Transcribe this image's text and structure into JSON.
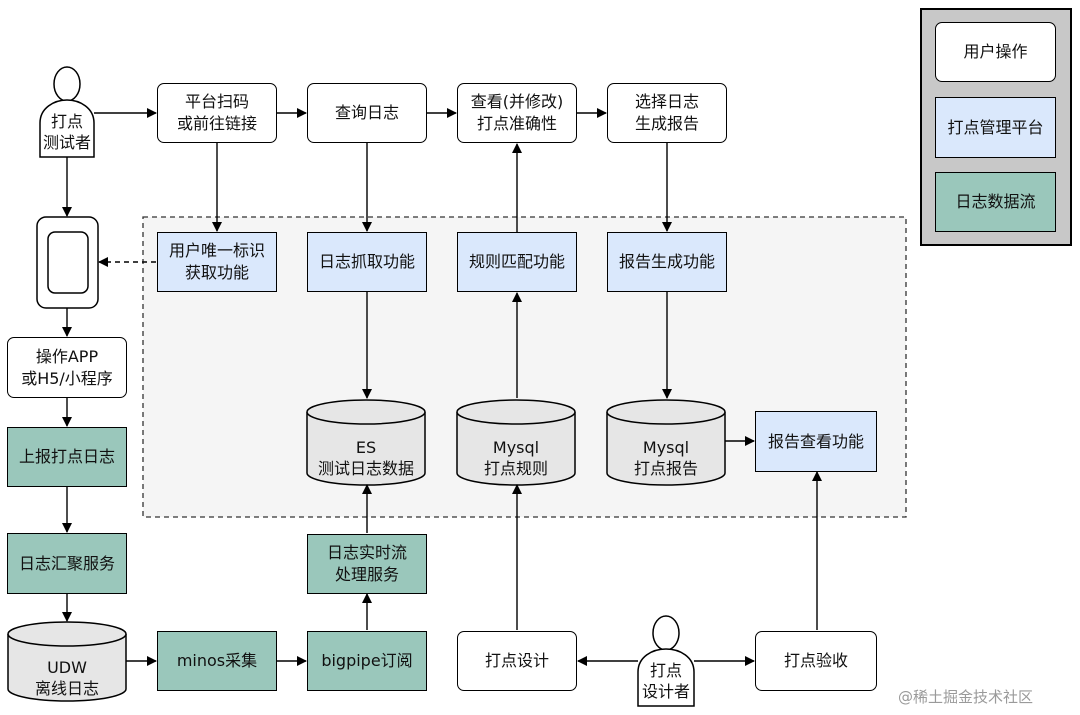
{
  "actors": {
    "tester_label": "打点\n测试者",
    "designer_label": "打点\n设计者"
  },
  "nodes": {
    "scan_link": "平台扫码\n或前往链接",
    "query_logs": "查询日志",
    "check_accuracy": "查看(并修改)\n打点准确性",
    "select_report": "选择日志\n生成报告",
    "user_id": "用户唯一标识\n获取功能",
    "log_capture": "日志抓取功能",
    "rule_match": "规则匹配功能",
    "report_gen": "报告生成功能",
    "operate_app": "操作APP\n或H5/小程序",
    "report_logs": "上报打点日志",
    "log_aggregation": "日志汇聚服务",
    "realtime_stream": "日志实时流\n处理服务",
    "minos": "minos采集",
    "bigpipe": "bigpipe订阅",
    "design": "打点设计",
    "acceptance": "打点验收",
    "report_view": "报告查看功能"
  },
  "databases": {
    "es": "ES\n测试日志数据",
    "mysql_rules": "Mysql\n打点规则",
    "mysql_report": "Mysql\n打点报告",
    "udw": "UDW\n离线日志"
  },
  "legend": {
    "user_action": "用户操作",
    "platform": "打点管理平台",
    "data_flow": "日志数据流"
  },
  "colors": {
    "platform_fill": "#dae8fc",
    "data_flow_fill": "#9ac7bb",
    "cylinder_fill": "#e6e6e6",
    "legend_bg": "#c8c8c8",
    "boundary_bg": "#f5f5f5"
  },
  "watermark": "@稀土掘金技术社区"
}
